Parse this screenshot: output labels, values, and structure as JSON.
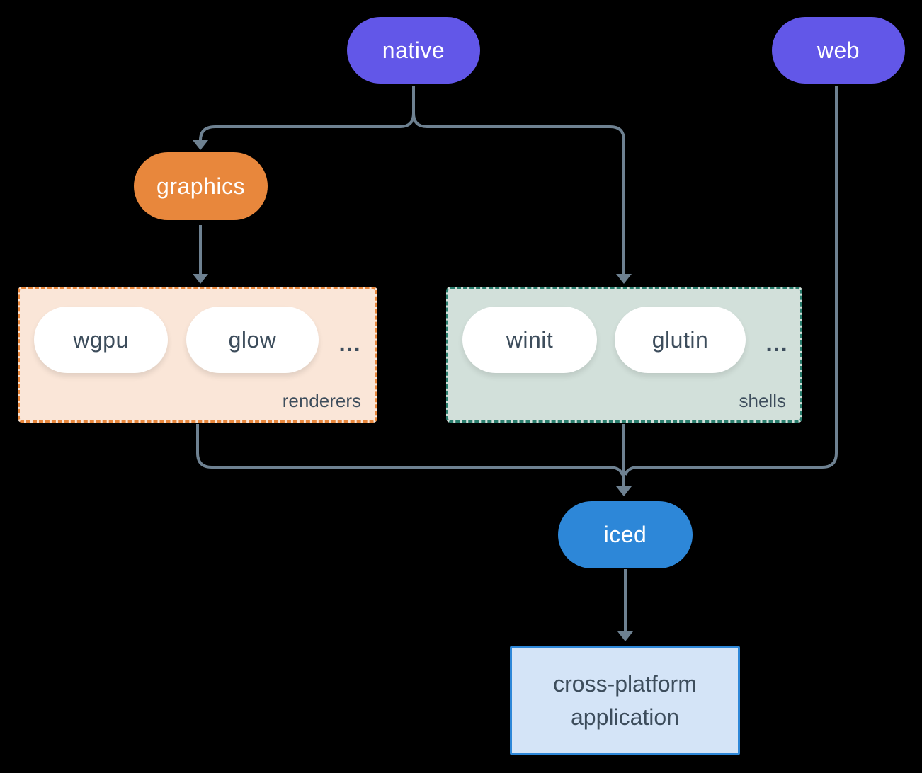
{
  "diagram": {
    "nodes": {
      "native": {
        "label": "native"
      },
      "web": {
        "label": "web"
      },
      "graphics": {
        "label": "graphics"
      },
      "wgpu": {
        "label": "wgpu"
      },
      "glow": {
        "label": "glow"
      },
      "winit": {
        "label": "winit"
      },
      "glutin": {
        "label": "glutin"
      },
      "iced": {
        "label": "iced"
      },
      "app": {
        "label": "cross-platform application"
      }
    },
    "groups": {
      "renderers": {
        "label": "renderers",
        "ellipsis": "..."
      },
      "shells": {
        "label": "shells",
        "ellipsis": "..."
      }
    },
    "colors": {
      "background": "#000000",
      "purple_node": "#6257e8",
      "orange_node": "#e8873c",
      "blue_node": "#2d87d8",
      "renderers_fill": "#fae6d8",
      "renderers_border": "#e8873c",
      "shells_fill": "#d2e0da",
      "shells_border": "#2a7d6d",
      "app_fill": "#d4e4f7",
      "app_border": "#2d87d8",
      "pill_fill": "#ffffff",
      "line": "#6e8191",
      "dark_text": "#3d4d5c",
      "light_text": "#ffffff"
    }
  }
}
